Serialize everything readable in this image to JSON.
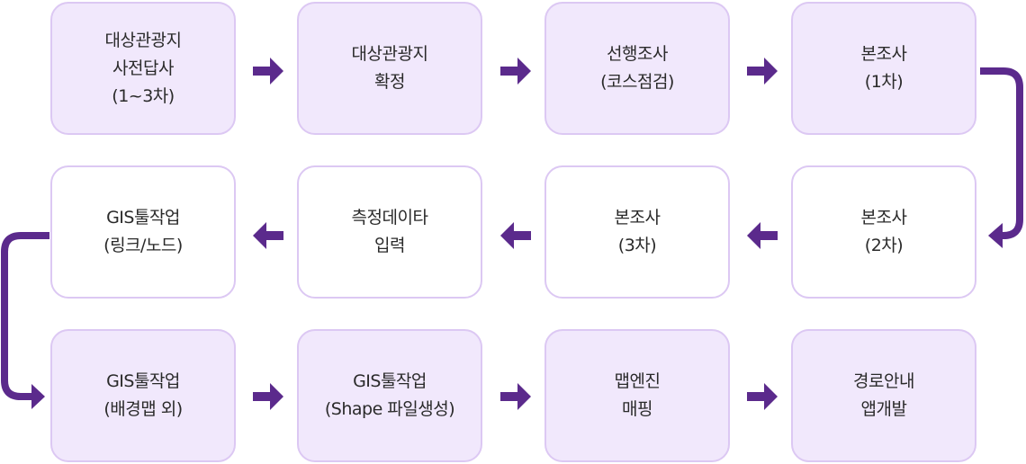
{
  "rows": [
    {
      "steps": [
        {
          "lines": [
            "대상관광지",
            "사전답사",
            "(1~3차)"
          ]
        },
        {
          "lines": [
            "대상관광지",
            "확정"
          ]
        },
        {
          "lines": [
            "선행조사",
            "(코스점검)"
          ]
        },
        {
          "lines": [
            "본조사",
            "(1차)"
          ]
        }
      ]
    },
    {
      "steps": [
        {
          "lines": [
            "GIS툴작업",
            "(링크/노드)"
          ]
        },
        {
          "lines": [
            "측정데이타",
            "입력"
          ]
        },
        {
          "lines": [
            "본조사",
            "(3차)"
          ]
        },
        {
          "lines": [
            "본조사",
            "(2차)"
          ]
        }
      ]
    },
    {
      "steps": [
        {
          "lines": [
            "GIS툴작업",
            "(배경맵 외)"
          ]
        },
        {
          "lines": [
            "GIS툴작업",
            "(Shape 파일생성)"
          ]
        },
        {
          "lines": [
            "맵엔진",
            "매핑"
          ]
        },
        {
          "lines": [
            "경로안내",
            "앱개발"
          ]
        }
      ]
    }
  ],
  "colors": {
    "arrow": "#5b2a8c",
    "box_border": "#dcc8f3",
    "box_fill_light": "#f1e8fc",
    "box_fill_white": "#ffffff"
  }
}
